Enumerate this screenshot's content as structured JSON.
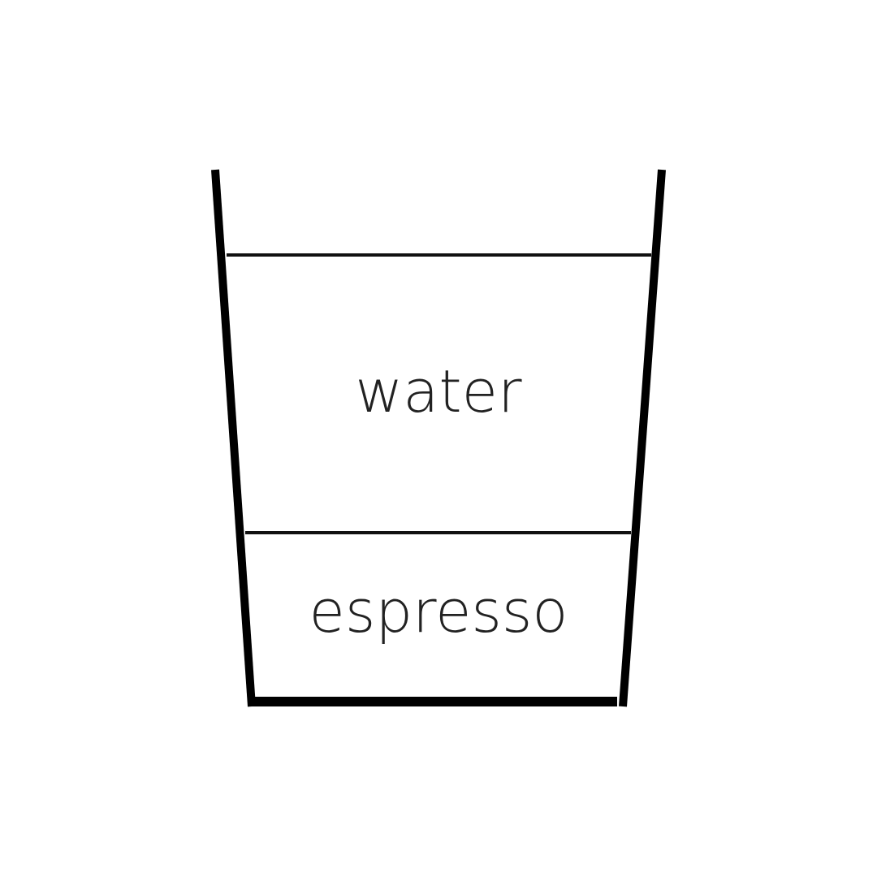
{
  "diagram": {
    "layers": [
      {
        "id": "water",
        "label": "water"
      },
      {
        "id": "espresso",
        "label": "espresso"
      }
    ],
    "colors": {
      "background": "#ffffff",
      "cup_stroke": "#000000",
      "layer_line": "#111111",
      "text": "#222222"
    }
  }
}
